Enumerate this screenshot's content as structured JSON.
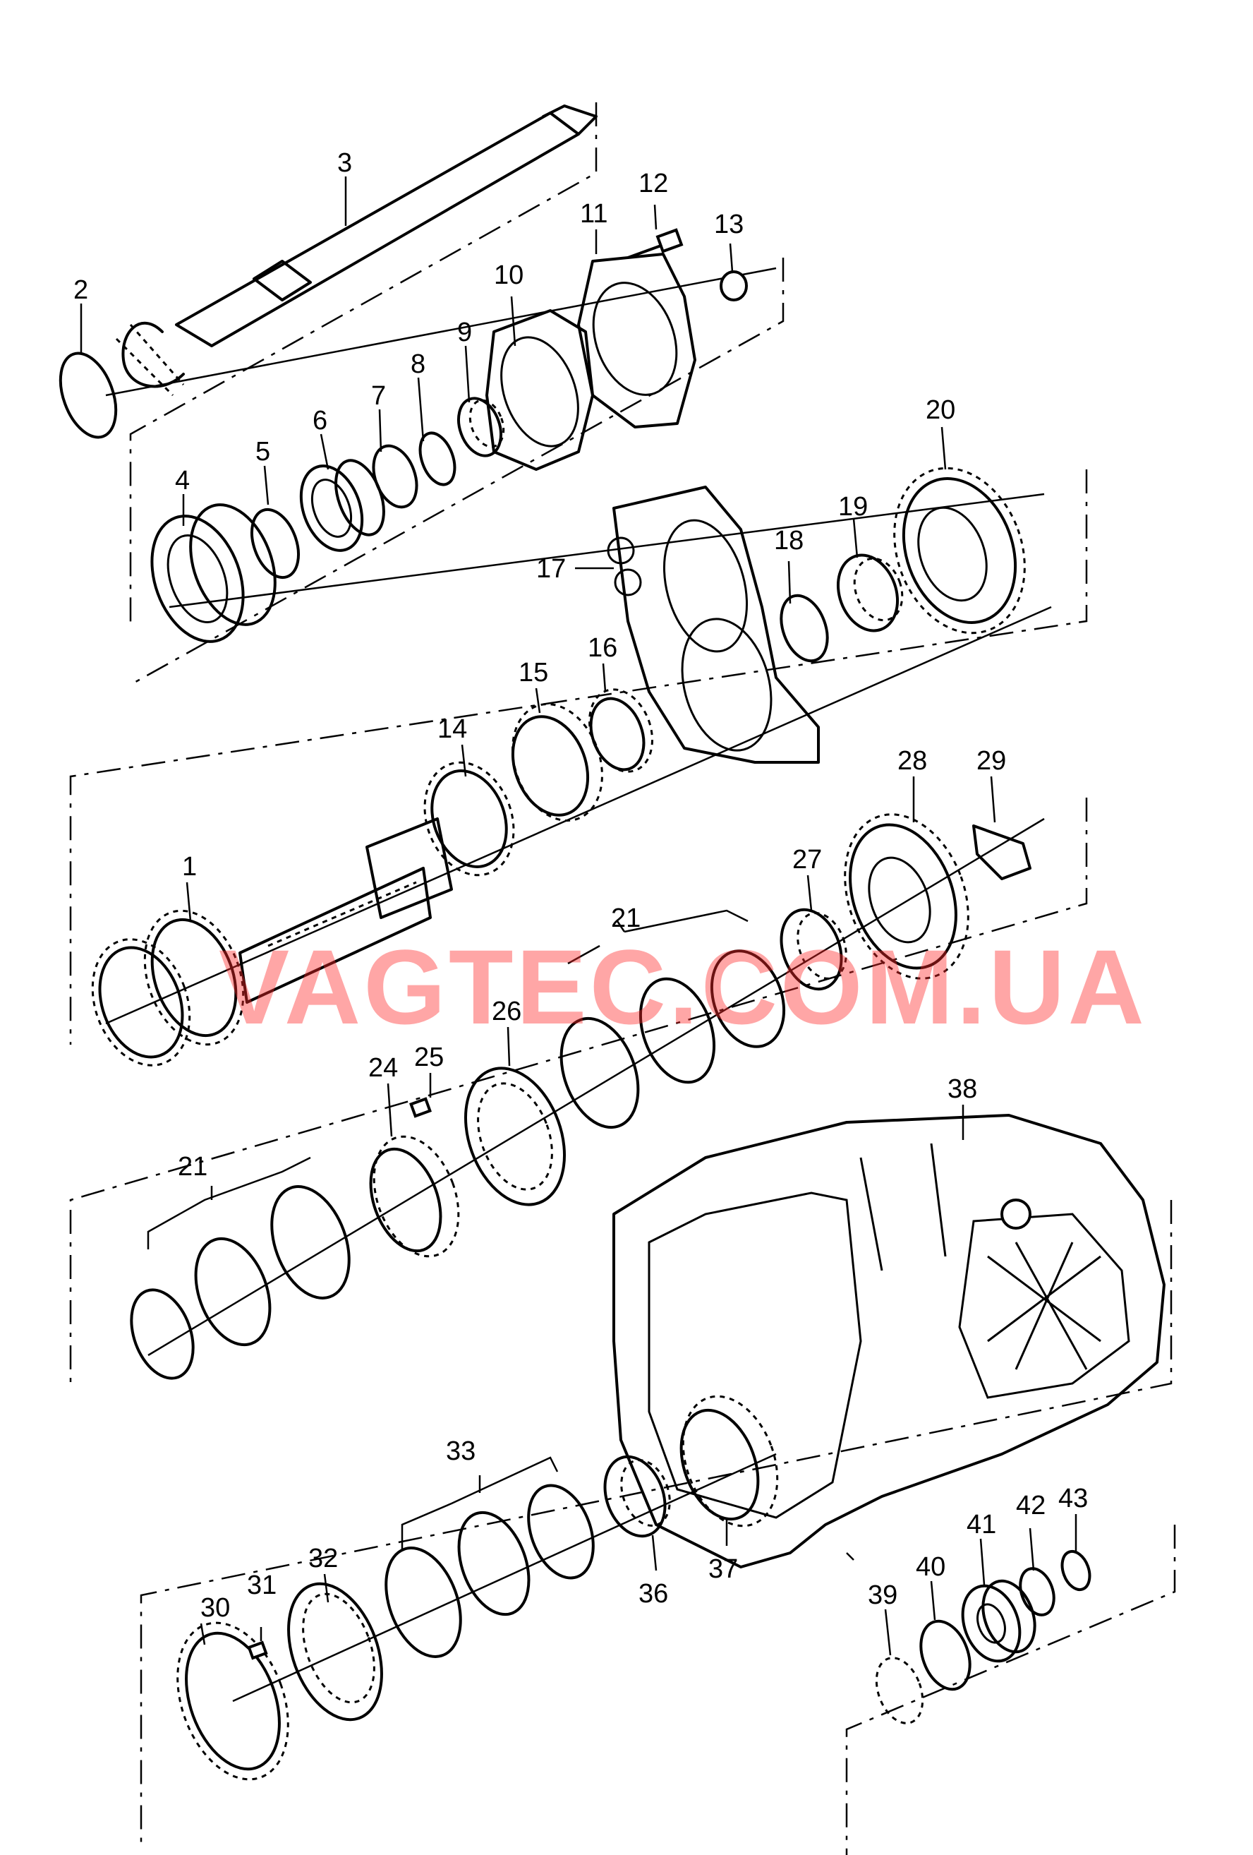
{
  "watermark": "VAGTEC.COM.UA",
  "colors": {
    "line": "#000000",
    "watermark": "#ff2a2a",
    "background": "#ffffff"
  },
  "callouts": {
    "c1": "1",
    "c2": "2",
    "c3": "3",
    "c4": "4",
    "c5": "5",
    "c6": "6",
    "c7": "7",
    "c8": "8",
    "c9": "9",
    "c10": "10",
    "c11": "11",
    "c12": "12",
    "c13": "13",
    "c14": "14",
    "c15": "15",
    "c16": "16",
    "c17": "17",
    "c18": "18",
    "c19": "19",
    "c20": "20",
    "c21a": "21",
    "c21b": "21",
    "c24": "24",
    "c25": "25",
    "c26": "26",
    "c27": "27",
    "c28": "28",
    "c29": "29",
    "c30": "30",
    "c31": "31",
    "c32": "32",
    "c33": "33",
    "c36": "36",
    "c37": "37",
    "c38": "38",
    "c39": "39",
    "c40": "40",
    "c41": "41",
    "c42": "42",
    "c43": "43"
  }
}
